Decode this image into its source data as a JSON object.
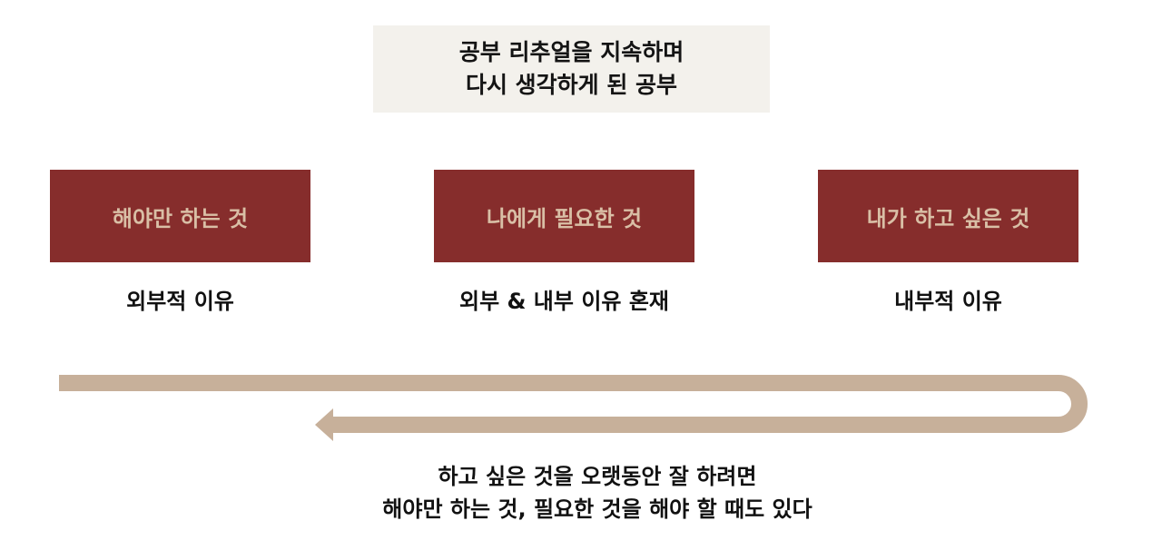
{
  "title": {
    "line1": "공부 리추얼을 지속하며",
    "line2": "다시 생각하게 된 공부"
  },
  "columns": [
    {
      "card": "해야만 하는 것",
      "reason": "외부적 이유"
    },
    {
      "card": "나에게 필요한 것",
      "reason": "외부 & 내부 이유 혼재"
    },
    {
      "card": "내가 하고 싶은 것",
      "reason": "내부적 이유"
    }
  ],
  "note": {
    "line1": "하고 싶은 것을 오랫동안 잘 하려면",
    "line2": "해야만 하는 것, 필요한 것을 해야 할 때도 있다"
  },
  "colors": {
    "card_bg": "#862d2c",
    "card_text": "#d9bfa6",
    "title_bg": "#f3f1ec",
    "arrow": "#c7b09a"
  }
}
